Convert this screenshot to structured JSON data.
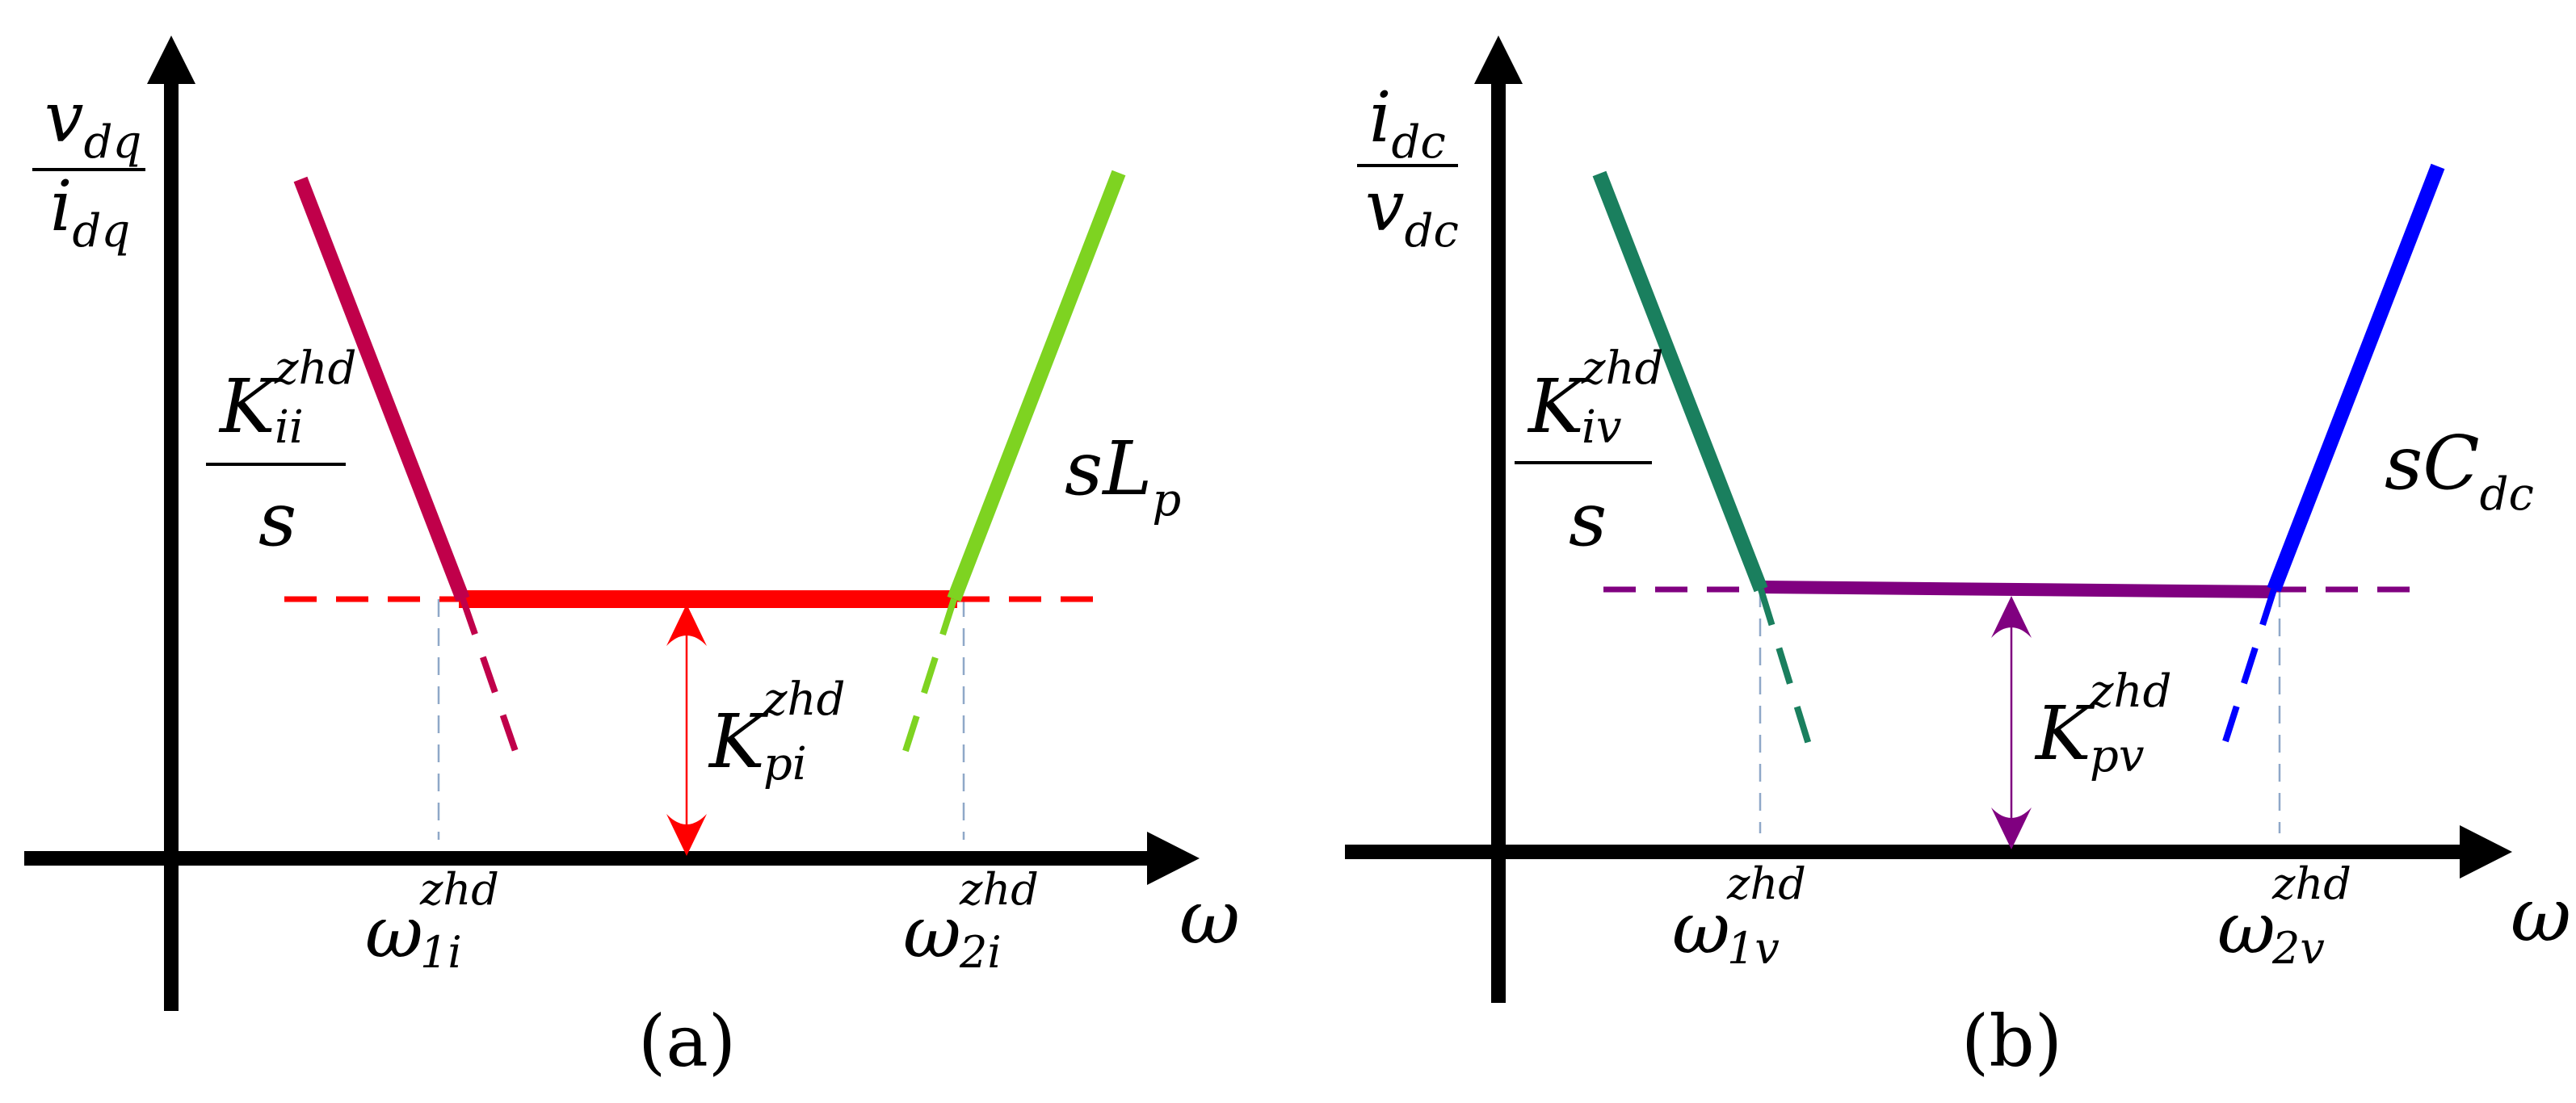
{
  "colors": {
    "axis": "#000000",
    "integral_line_a": "#C0004A",
    "inductor_line_a": "#7ED321",
    "gain_line_a": "#FF0000",
    "integral_line_b": "#1A7F5E",
    "capacitor_line_b": "#0000FF",
    "gain_line_b": "#800080",
    "guide": "#8FA8C8"
  },
  "panel_a": {
    "caption": "(a)",
    "ylabel_num_base": "v",
    "ylabel_num_sub": "dq",
    "ylabel_den_base": "i",
    "ylabel_den_sub": "dq",
    "xlabel": "ω",
    "integral_label_base": "K",
    "integral_label_sup": "zhd",
    "integral_label_sub": "ii",
    "integral_label_den": "s",
    "right_label_base": "sL",
    "right_label_sub": "p",
    "gain_label_base": "K",
    "gain_label_sup": "zhd",
    "gain_label_sub": "pi",
    "w1_base": "ω",
    "w1_sup": "zhd",
    "w1_sub": "1i",
    "w2_base": "ω",
    "w2_sup": "zhd",
    "w2_sub": "2i"
  },
  "panel_b": {
    "caption": "(b)",
    "ylabel_num_base": "i",
    "ylabel_num_sub": "dc",
    "ylabel_den_base": "v",
    "ylabel_den_sub": "dc",
    "xlabel": "ω",
    "integral_label_base": "K",
    "integral_label_sup": "zhd",
    "integral_label_sub": "iv",
    "integral_label_den": "s",
    "right_label_base": "sC",
    "right_label_sub": "dc",
    "gain_label_base": "K",
    "gain_label_sup": "zhd",
    "gain_label_sub": "pv",
    "w1_base": "ω",
    "w1_sup": "zhd",
    "w1_sub": "1v",
    "w2_base": "ω",
    "w2_sup": "zhd",
    "w2_sub": "2v"
  }
}
